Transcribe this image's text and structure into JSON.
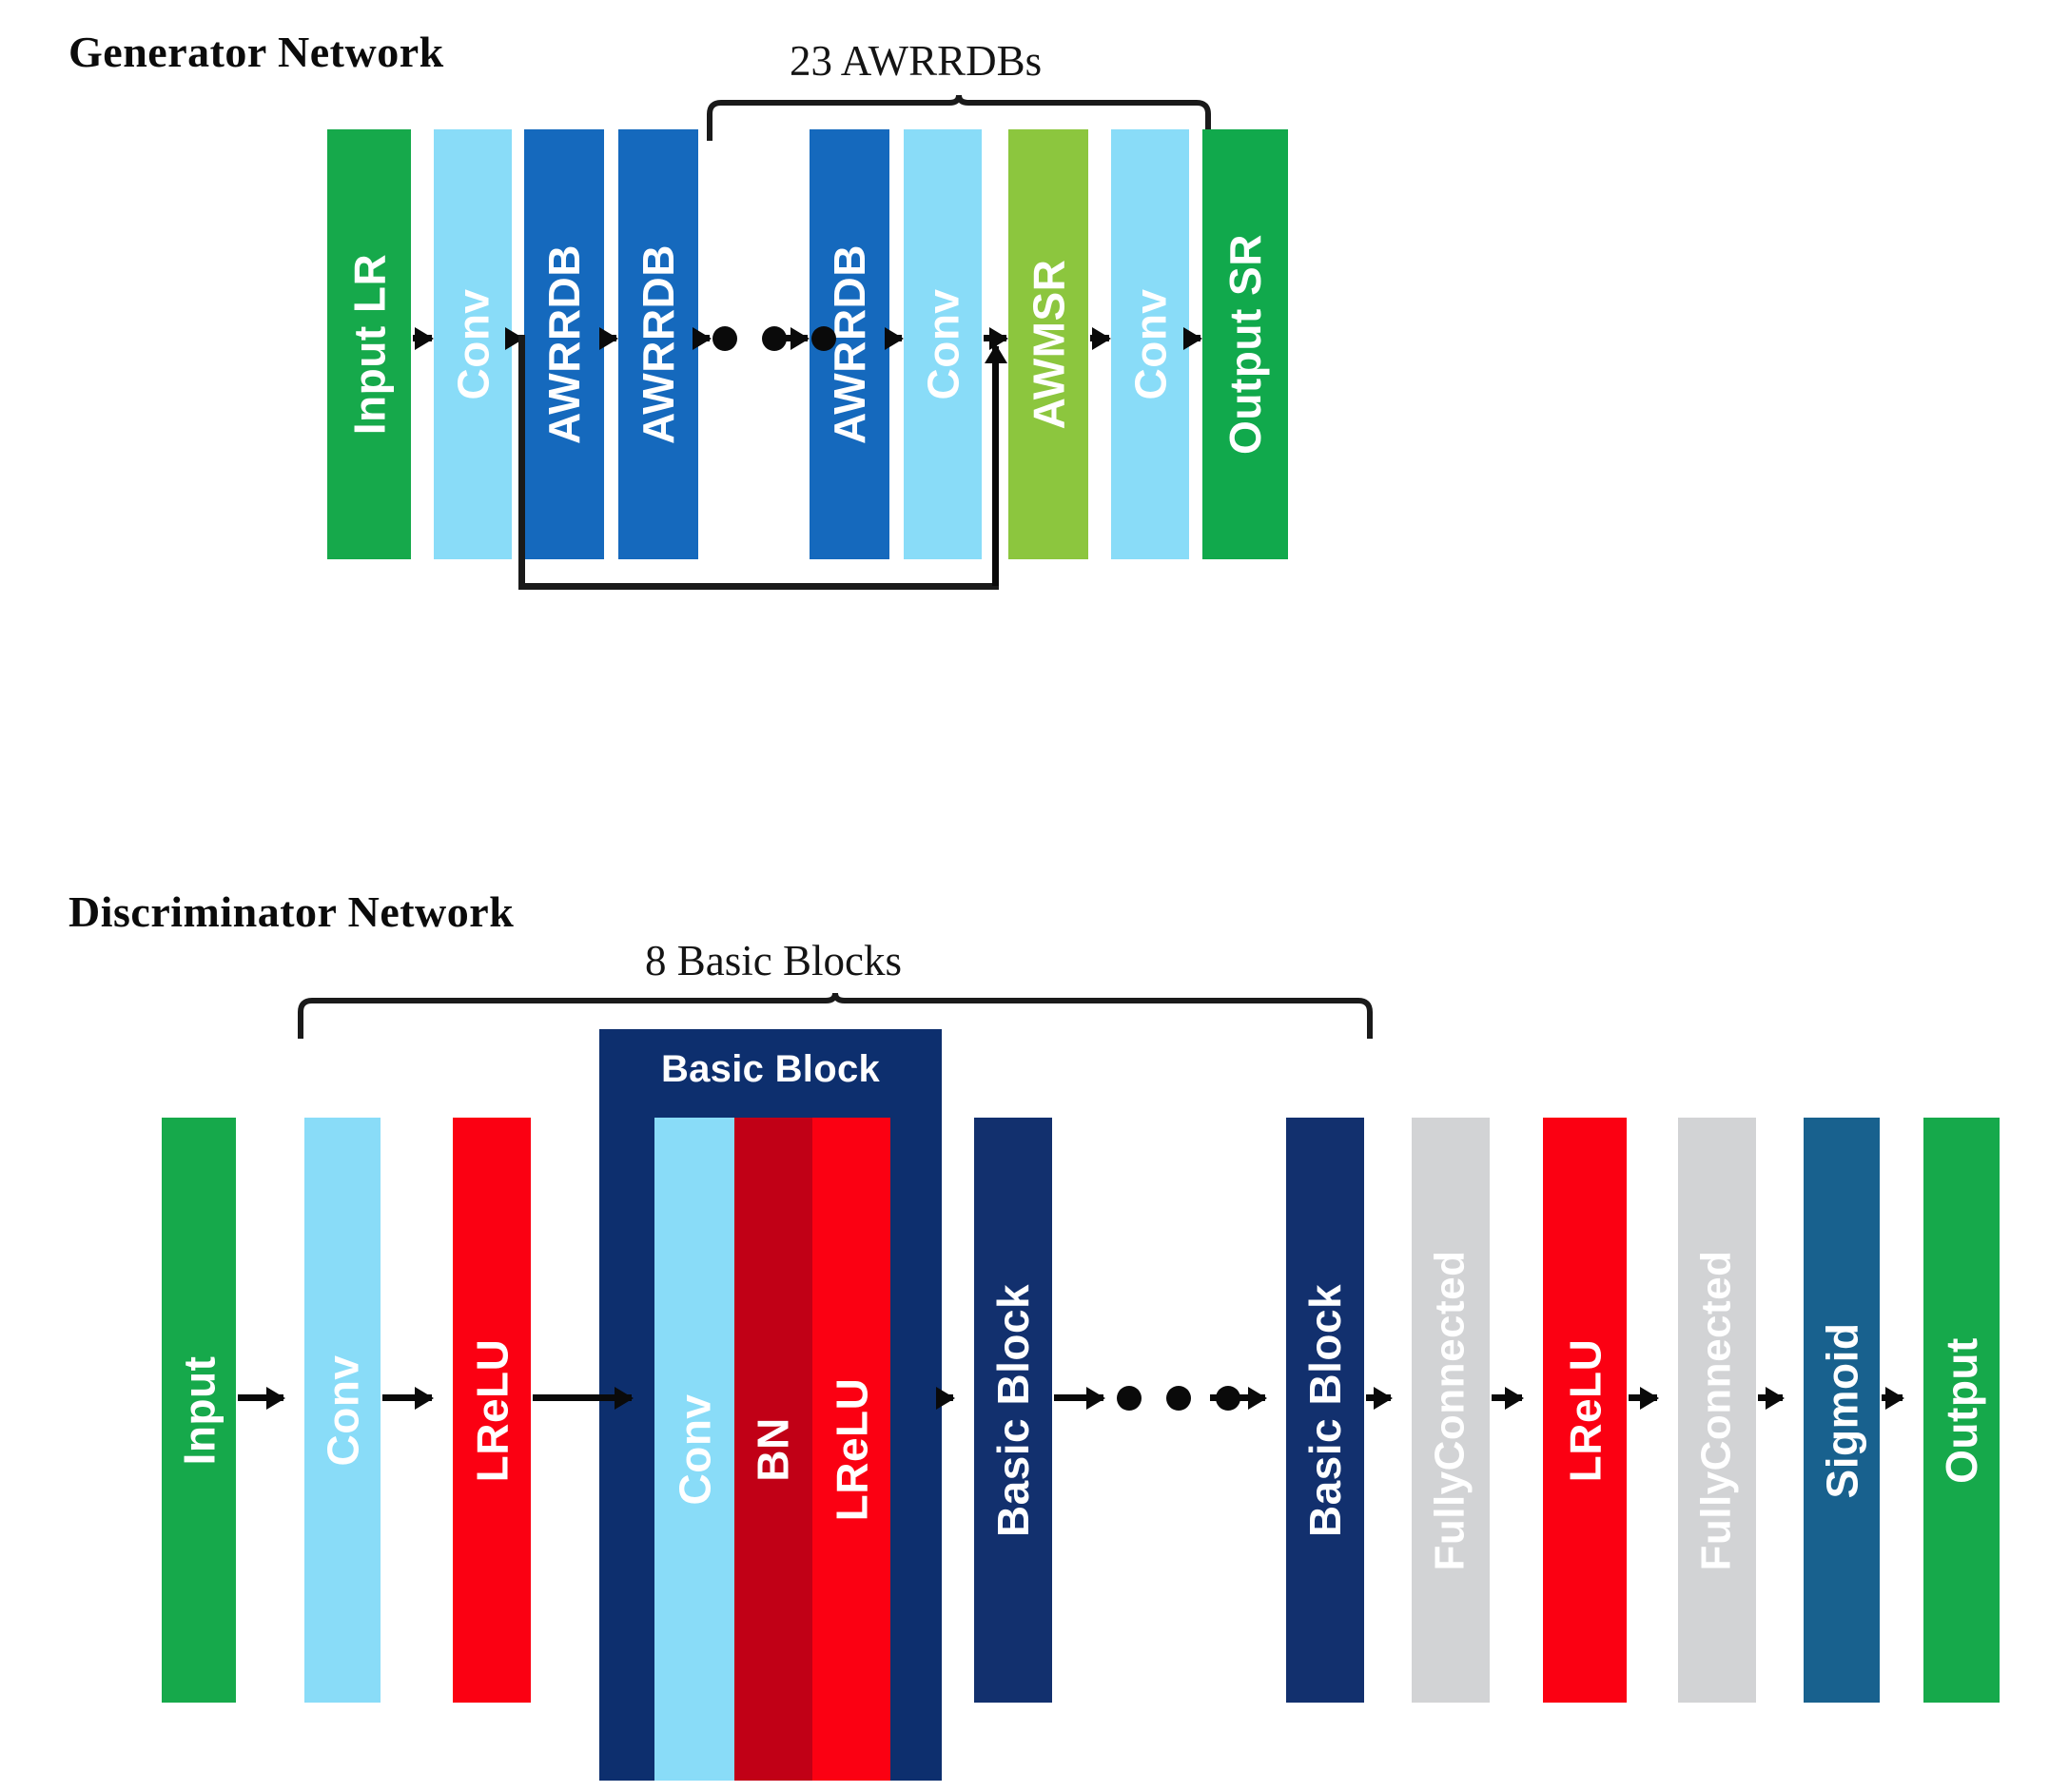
{
  "generator": {
    "title": "Generator Network",
    "brace_label": "23 AWRRDBs",
    "blocks": [
      {
        "name": "input-lr",
        "label": "Input LR",
        "color": "#16a94b",
        "text_color": "#ffffff"
      },
      {
        "name": "conv-1",
        "label": "Conv",
        "color": "#89dcf8",
        "text_color": "#ffffff"
      },
      {
        "name": "awrrdb-1",
        "label": "AWRRDB",
        "color": "#1569bd",
        "text_color": "#ffffff"
      },
      {
        "name": "awrrdb-2",
        "label": "AWRRDB",
        "color": "#1569bd",
        "text_color": "#ffffff"
      },
      {
        "name": "awrrdb-n",
        "label": "AWRRDB",
        "color": "#1569bd",
        "text_color": "#ffffff"
      },
      {
        "name": "conv-2",
        "label": "Conv",
        "color": "#89dcf8",
        "text_color": "#ffffff"
      },
      {
        "name": "awmsr",
        "label": "AWMSR",
        "color": "#8cc63e",
        "text_color": "#ffffff"
      },
      {
        "name": "conv-3",
        "label": "Conv",
        "color": "#89dcf8",
        "text_color": "#ffffff"
      },
      {
        "name": "output-sr",
        "label": "Output SR",
        "color": "#11a94c",
        "text_color": "#ffffff"
      }
    ],
    "ellipsis": "•••"
  },
  "discriminator": {
    "title": "Discriminator Network",
    "brace_label": "8 Basic Blocks",
    "basic_block": {
      "title": "Basic Block",
      "container_color": "#0d2f6e",
      "inner_blocks": [
        {
          "name": "bb-conv",
          "label": "Conv",
          "color": "#89dcf8",
          "text_color": "#ffffff"
        },
        {
          "name": "bb-bn",
          "label": "BN",
          "color": "#c10016",
          "text_color": "#ffffff"
        },
        {
          "name": "bb-lrelu",
          "label": "LReLU",
          "color": "#fb0012",
          "text_color": "#ffffff"
        }
      ]
    },
    "blocks": [
      {
        "name": "input",
        "label": "Input",
        "color": "#16a94b",
        "text_color": "#ffffff"
      },
      {
        "name": "conv-1",
        "label": "Conv",
        "color": "#89dcf8",
        "text_color": "#ffffff"
      },
      {
        "name": "lrelu-1",
        "label": "LReLU",
        "color": "#fb0012",
        "text_color": "#ffffff"
      },
      {
        "name": "basic-block-2",
        "label": "Basic Block",
        "color": "#12306e",
        "text_color": "#ffffff"
      },
      {
        "name": "basic-block-n",
        "label": "Basic Block",
        "color": "#12306e",
        "text_color": "#ffffff"
      },
      {
        "name": "fc-1",
        "label": "FullyConnected",
        "color": "#d2d3d5",
        "text_color": "#ffffff"
      },
      {
        "name": "lrelu-2",
        "label": "LReLU",
        "color": "#fb0012",
        "text_color": "#ffffff"
      },
      {
        "name": "fc-2",
        "label": "FullyConnected",
        "color": "#d2d3d5",
        "text_color": "#ffffff"
      },
      {
        "name": "sigmoid",
        "label": "Sigmoid",
        "color": "#18618e",
        "text_color": "#ffffff"
      },
      {
        "name": "output",
        "label": "Output",
        "color": "#16a94b",
        "text_color": "#ffffff"
      }
    ],
    "ellipsis": "•••"
  },
  "colors": {
    "green": "#16a94b",
    "light_blue": "#89dcf8",
    "medium_blue": "#1569bd",
    "dark_navy": "#12306e",
    "lime": "#8cc63e",
    "red": "#fb0012",
    "dark_red": "#c10016",
    "gray": "#d2d3d5",
    "teal": "#18618e",
    "line": "#1a1a1a",
    "background": "#ffffff"
  }
}
